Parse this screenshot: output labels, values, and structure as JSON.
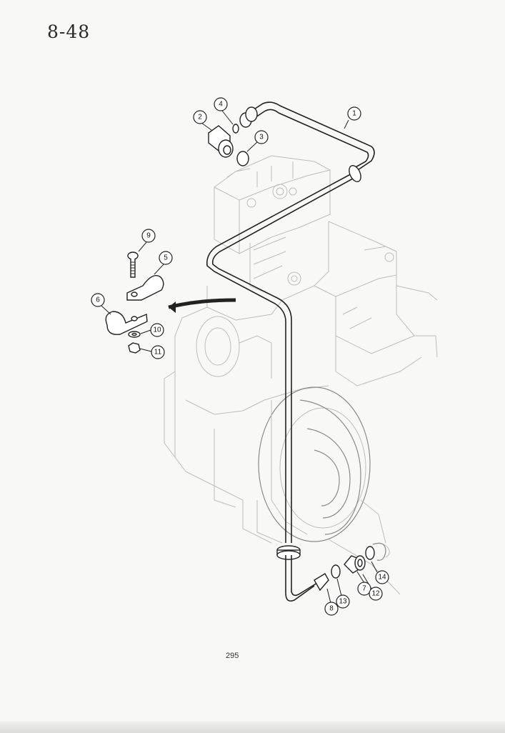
{
  "header": {
    "section": "8-48"
  },
  "footer": {
    "page_number": "295"
  },
  "callouts": [
    {
      "id": "callout-1",
      "label": "1"
    },
    {
      "id": "callout-2",
      "label": "2"
    },
    {
      "id": "callout-3",
      "label": "3"
    },
    {
      "id": "callout-4",
      "label": "4"
    },
    {
      "id": "callout-5",
      "label": "5"
    },
    {
      "id": "callout-6",
      "label": "6"
    },
    {
      "id": "callout-7",
      "label": "7"
    },
    {
      "id": "callout-8",
      "label": "8"
    },
    {
      "id": "callout-9",
      "label": "9"
    },
    {
      "id": "callout-10",
      "label": "10"
    },
    {
      "id": "callout-11",
      "label": "11"
    },
    {
      "id": "callout-12",
      "label": "12"
    },
    {
      "id": "callout-13",
      "label": "13"
    },
    {
      "id": "callout-14",
      "label": "14"
    }
  ]
}
